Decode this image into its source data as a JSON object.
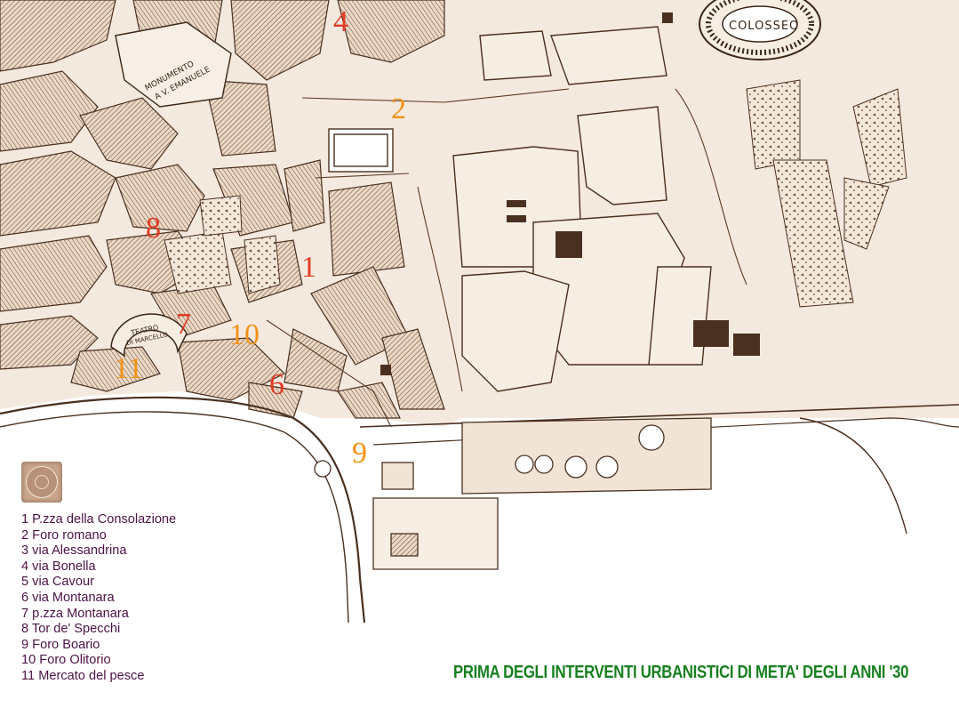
{
  "map": {
    "labels": {
      "colosseo": "COLOSSEO",
      "monumento": "MONUMENTO",
      "vemanuele": "A V. EMANUELE",
      "teatro": "TEATRO",
      "marcello": "DI MARCELLO"
    },
    "colors": {
      "ink": "#3a2616",
      "sepia_fill": "#e6d2bf",
      "sepia_light": "#f1e4d6",
      "marker_red": "#e23a24",
      "marker_orange": "#f39216",
      "legend_text": "#4d1247",
      "title_text": "#17801f"
    }
  },
  "markers": [
    {
      "id": "1",
      "text": "1",
      "color": "red"
    },
    {
      "id": "2",
      "text": "2",
      "color": "orange"
    },
    {
      "id": "4",
      "text": "4",
      "color": "red"
    },
    {
      "id": "6",
      "text": "6",
      "color": "red"
    },
    {
      "id": "7",
      "text": "7",
      "color": "red"
    },
    {
      "id": "8",
      "text": "8",
      "color": "red"
    },
    {
      "id": "9",
      "text": "9",
      "color": "orange"
    },
    {
      "id": "10",
      "text": "10",
      "color": "orange"
    },
    {
      "id": "11",
      "text": "11",
      "color": "orange"
    }
  ],
  "legend": {
    "items": [
      "1 P.zza della Consolazione",
      "2 Foro romano",
      "3 via Alessandrina",
      "4 via Bonella",
      "5 via Cavour",
      "6 via Montanara",
      "7 p.zza Montanara",
      "8 Tor de' Specchi",
      "9 Foro Boario",
      "10 Foro Olitorio",
      "11 Mercato del pesce"
    ]
  },
  "title": "PRIMA DEGLI INTERVENTI URBANISTICI DI META' DEGLI ANNI '30",
  "stamp": {
    "icon": "photographer-seal-icon"
  }
}
